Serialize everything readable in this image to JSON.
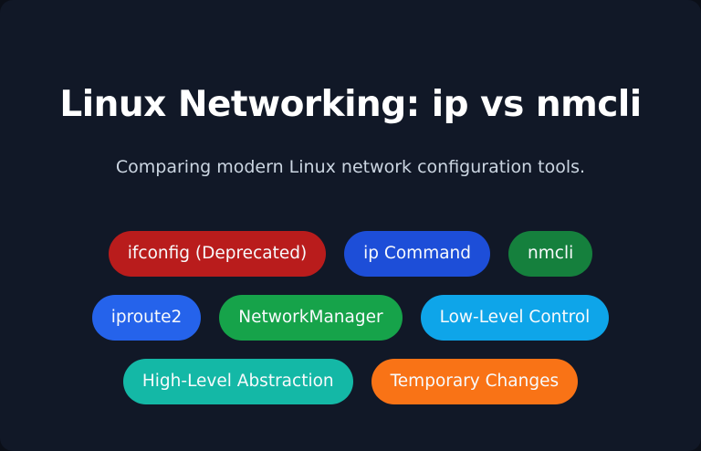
{
  "title": "Linux Networking: ip vs nmcli",
  "subtitle": "Comparing modern Linux network configuration tools.",
  "tags": [
    [
      {
        "label": "ifconfig (Deprecated)",
        "color": "#b91c1c"
      },
      {
        "label": "ip Command",
        "color": "#1d4ed8"
      },
      {
        "label": "nmcli",
        "color": "#15803d"
      }
    ],
    [
      {
        "label": "iproute2",
        "color": "#2563eb"
      },
      {
        "label": "NetworkManager",
        "color": "#16a34a"
      },
      {
        "label": "Low-Level Control",
        "color": "#0ea5e9"
      }
    ],
    [
      {
        "label": "High-Level Abstraction",
        "color": "#14b8a6"
      },
      {
        "label": "Temporary Changes",
        "color": "#f97316"
      }
    ]
  ]
}
